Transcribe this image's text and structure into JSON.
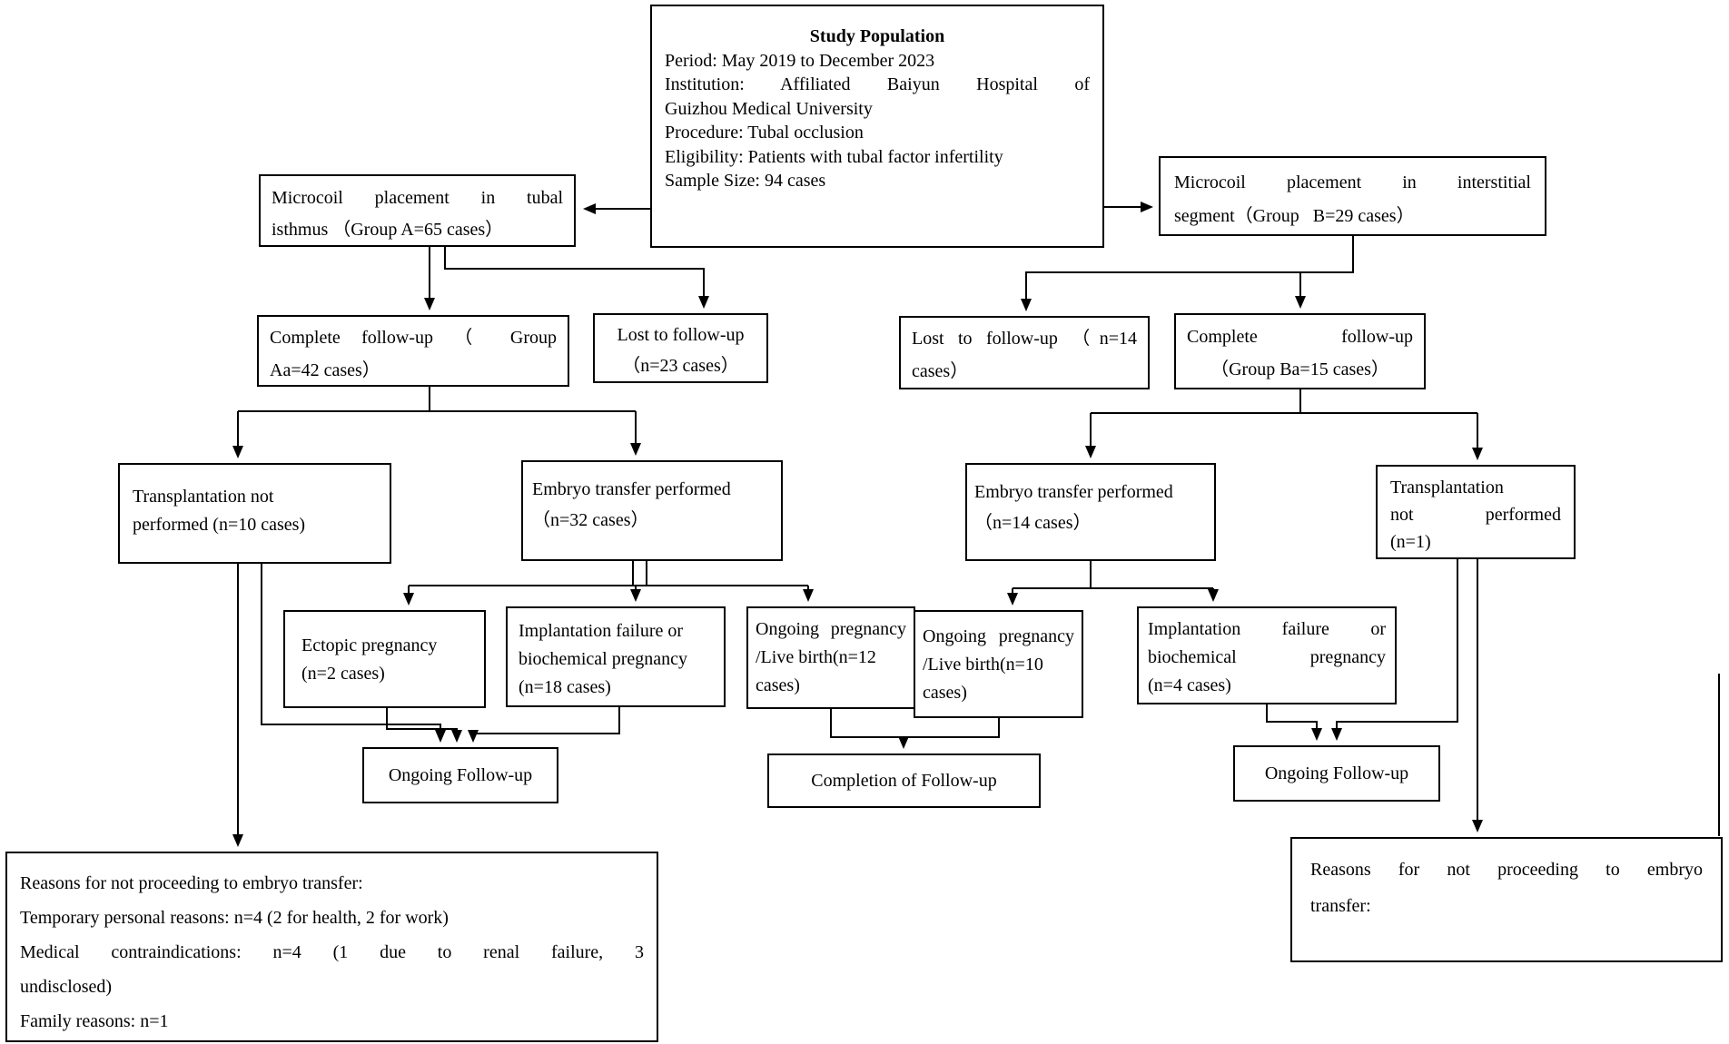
{
  "diagram": {
    "title": "Study population flowchart",
    "ink_color": "#000000",
    "paper_color": "#ffffff",
    "boxes": {
      "study": {
        "lines": [
          "Study Population",
          "Period: May 2019 to December 2023",
          "Institution: Affiliated Baiyun Hospital of",
          "Guizhou Medical University",
          "Procedure: Tubal occlusion",
          "Eligibility: Patients with tubal factor infertility",
          "Sample Size: 94 cases"
        ]
      },
      "groupA": {
        "lines": [
          "Microcoil placement in tubal",
          "isthmus （Group A=65 cases）"
        ]
      },
      "groupB": {
        "lines": [
          "Microcoil placement in interstitial",
          "segment（Group   B=29 cases）"
        ]
      },
      "completeA": {
        "lines": [
          "Complete follow-up （ Group",
          "Aa=42 cases）"
        ]
      },
      "lostA": {
        "lines": [
          "Lost to follow-up",
          "（n=23 cases）"
        ]
      },
      "lostB": {
        "lines": [
          "Lost to follow-up （n=14",
          "cases）"
        ]
      },
      "completeB": {
        "lines": [
          "Complete follow-up",
          "（Group Ba=15 cases）"
        ]
      },
      "transplantNotA": {
        "lines": [
          "Transplantation not",
          "performed (n=10 cases)"
        ]
      },
      "embryoA": {
        "lines": [
          "Embryo transfer performed",
          "（n=32 cases）"
        ]
      },
      "embryoB": {
        "lines": [
          "Embryo transfer performed",
          "（n=14 cases）"
        ]
      },
      "transplantNotB": {
        "lines": [
          "Transplantation",
          "not performed",
          "(n=1)"
        ]
      },
      "ectopic": {
        "lines": [
          "Ectopic pregnancy",
          "(n=2 cases)"
        ]
      },
      "implantFailA": {
        "lines": [
          "Implantation failure or",
          "biochemical pregnancy",
          "(n=18 cases)"
        ]
      },
      "ongoingPregA": {
        "lines": [
          "Ongoing pregnancy",
          "/Live birth(n=12",
          "cases)"
        ]
      },
      "ongoingPregB": {
        "lines": [
          "Ongoing pregnancy",
          "/Live birth(n=10",
          "cases)"
        ]
      },
      "implantFailB": {
        "lines": [
          "Implantation failure or",
          "biochemical pregnancy",
          "(n=4 cases)"
        ]
      },
      "ongoingFUL": {
        "lines": [
          "Ongoing Follow-up"
        ]
      },
      "completionFU": {
        "lines": [
          "Completion of Follow-up"
        ]
      },
      "ongoingFUR": {
        "lines": [
          "Ongoing Follow-up"
        ]
      },
      "reasonsA": {
        "lines": [
          "Reasons for not proceeding to embryo transfer:",
          "Temporary personal reasons: n=4 (2 for health, 2 for work)",
          "Medical contraindications: n=4 (1 due to renal failure, 3",
          "undisclosed)",
          "Family reasons: n=1"
        ]
      },
      "reasonsB": {
        "lines": [
          "Reasons for not proceeding to embryo",
          "transfer:"
        ]
      }
    }
  }
}
